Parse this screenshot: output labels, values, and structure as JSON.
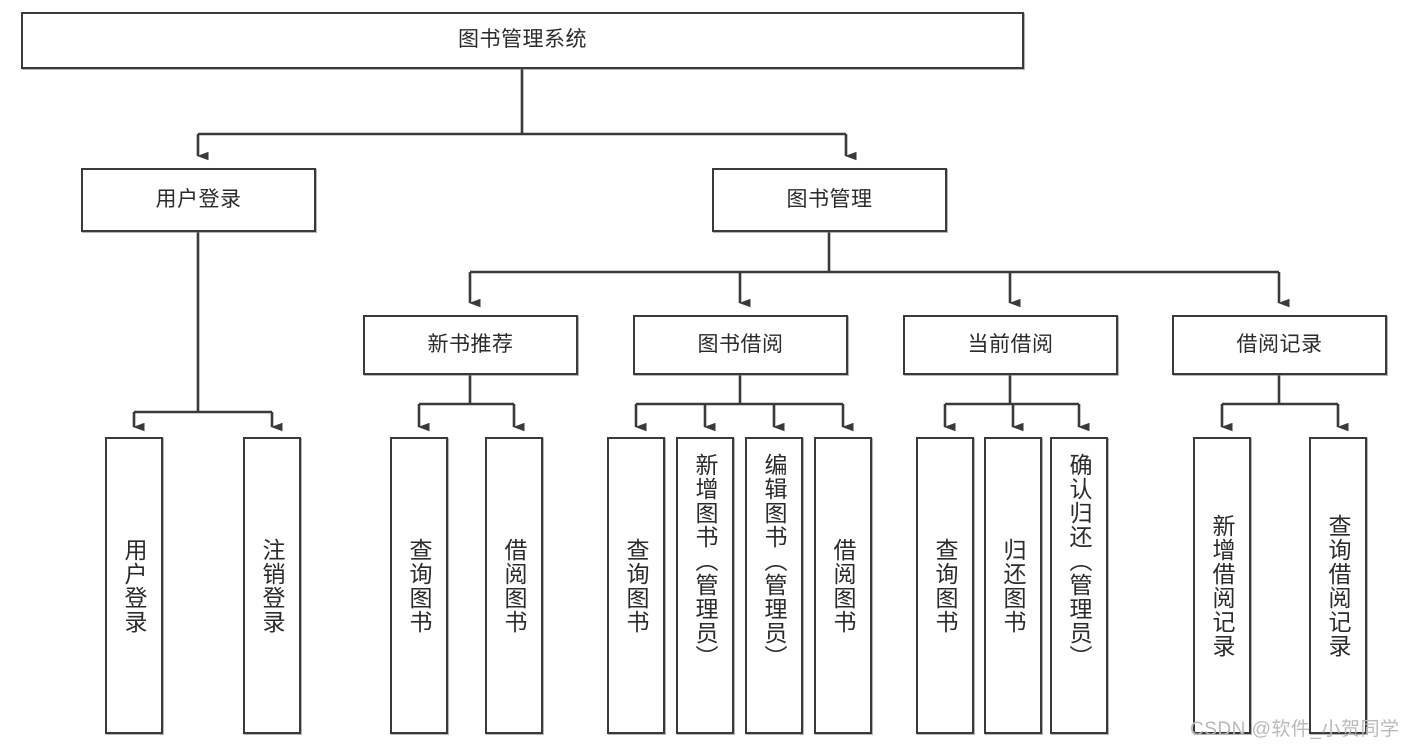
{
  "diagram": {
    "type": "hierarchy-tree",
    "title_node": {
      "label": "图书管理系统"
    },
    "level2": [
      {
        "label": "用户登录"
      },
      {
        "label": "图书管理"
      }
    ],
    "level3": [
      {
        "label": "新书推荐"
      },
      {
        "label": "图书借阅"
      },
      {
        "label": "当前借阅"
      },
      {
        "label": "借阅记录"
      }
    ],
    "leaves": {
      "user_login": [
        {
          "label": "用户登录"
        },
        {
          "label": "注销登录"
        }
      ],
      "new_book_recommend": [
        {
          "label": "查询图书"
        },
        {
          "label": "借阅图书"
        }
      ],
      "book_borrow": [
        {
          "label": "查询图书"
        },
        {
          "label": "新增图书（管理员）"
        },
        {
          "label": "编辑图书（管理员）"
        },
        {
          "label": "借阅图书"
        }
      ],
      "current_borrow": [
        {
          "label": "查询图书"
        },
        {
          "label": "归还图书"
        },
        {
          "label": "确认归还（管理员）"
        }
      ],
      "borrow_record": [
        {
          "label": "新增借阅记录"
        },
        {
          "label": "查询借阅记录"
        }
      ]
    }
  },
  "watermark": {
    "text": "CSDN @软件_小贺同学"
  },
  "colors": {
    "stroke": "#3a3a3a",
    "fill": "#ffffff",
    "text": "#2b2b2b",
    "watermark": "#b9b9b9"
  }
}
